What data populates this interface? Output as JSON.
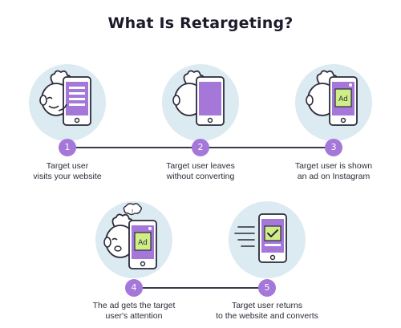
{
  "title": "What Is Retargeting?",
  "colors": {
    "circle_bg": "#dceaf2",
    "accent": "#a477d9",
    "ad_green": "#cfee85",
    "line": "#3a3a4a"
  },
  "steps": [
    {
      "number": "1",
      "caption_line1": "Target user",
      "caption_line2": "visits your website",
      "icon": "phone-with-webpage-icon"
    },
    {
      "number": "2",
      "caption_line1": "Target user leaves",
      "caption_line2": "without converting",
      "icon": "phone-blank-screen-icon"
    },
    {
      "number": "3",
      "caption_line1": "Target user is shown",
      "caption_line2": "an ad on Instagram",
      "icon": "phone-with-ad-icon",
      "ad_label": "Ad"
    },
    {
      "number": "4",
      "caption_line1": "The ad gets the target",
      "caption_line2": "user's attention",
      "icon": "phone-with-ad-icon",
      "ad_label": "Ad"
    },
    {
      "number": "5",
      "caption_line1": "Target user returns",
      "caption_line2": "to the website and converts",
      "icon": "phone-with-checkmark-icon"
    }
  ]
}
